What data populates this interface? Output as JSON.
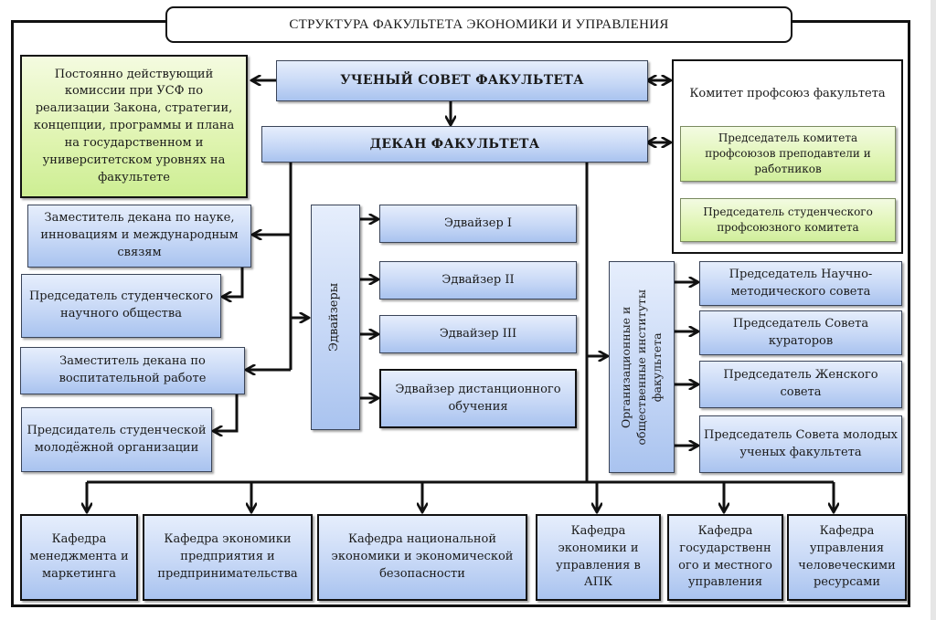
{
  "title": "СТРУКТУРА ФАКУЛЬТЕТА ЭКОНОМИКИ И УПРАВЛЕНИЯ",
  "top": {
    "academic_council": "УЧЕНЫЙ СОВЕТ ФАКУЛЬТЕТА",
    "dean": "ДЕКАН ФАКУЛЬТЕТА"
  },
  "commissions": "Постоянно действующий комиссии при УСФ по реализации Закона, стратегии, концепции, программы и плана на государственном и университетском уровнях на факультете",
  "trade_union": {
    "title": "Комитет профсоюз факультета",
    "items": [
      "Председатель комитета профсоюзов преподавтели и работников",
      "Председатель студенческого профсоюзного комитета"
    ]
  },
  "left_column": {
    "deputy_science": "Заместитель декана по науке, инновациям и международным связям",
    "student_science_society": "Председатель студенческого научного общества",
    "deputy_education": "Заместитель декана по воспитательной работе",
    "youth_org": "Предсидатель студенческой молодёжной организации"
  },
  "advisers": {
    "group_label": "Эдвайзеры",
    "items": [
      "Эдвайзер I",
      "Эдвайзер II",
      "Эдвайзер III",
      "Эдвайзер дистанционного обучения"
    ]
  },
  "institutes": {
    "group_label_line1": "Организационные и",
    "group_label_line2": "общественные институты",
    "group_label_line3": "факультета",
    "items": [
      "Председатель Научно-методического совета",
      "Председатель Совета кураторов",
      "Председатель Женского совета",
      "Председатель Совета молодых ученых факультета"
    ]
  },
  "departments": [
    "Кафедра менеджмента и маркетинга",
    "Кафедра экономики предприятия и предпринимательства",
    "Кафедра национальной экономики и экономической безопасности",
    "Кафедра экономики и управления в АПК",
    "Кафедра государственн ого и местного управления",
    "Кафедра управления человеческими ресурсами"
  ],
  "colors": {
    "blue_box_top": "#e6eefc",
    "blue_box_bottom": "#a9c3ef",
    "green_box_top": "#f4fbe0",
    "green_box_bottom": "#cdee93",
    "line": "#111111"
  }
}
